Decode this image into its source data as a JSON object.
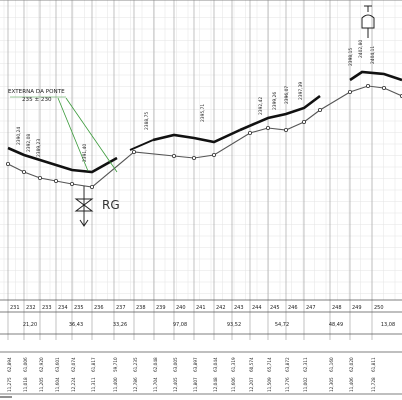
{
  "callout": {
    "line1": "EXTERNA DA PONTE",
    "line2": "235 ± 230"
  },
  "valve": {
    "label": "RG"
  },
  "stations": [
    "231",
    "232",
    "233",
    "234",
    "235",
    "236",
    "237",
    "238",
    "239",
    "240",
    "241",
    "242",
    "243",
    "244",
    "245",
    "246",
    "247",
    "248",
    "249",
    "250"
  ],
  "distances": [
    "21,20",
    "36,43",
    "33,26",
    "97,08",
    "93,52",
    "54,72",
    "48,49",
    "13,08"
  ],
  "profile_labels": [
    "2390,24",
    "2392,08",
    "2389,23",
    "2391,40",
    "2388,75",
    "2395,71",
    "2392,42",
    "2399,26",
    "2396,07",
    "2397,39",
    "2398,15",
    "2402,80",
    "2404,11"
  ],
  "bottom_row1": [
    "62,894",
    "61,006",
    "62,920",
    "63,601",
    "62,074",
    "61,817",
    "59,710",
    "61,235",
    "62,048",
    "63,005",
    "63,897",
    "63,044",
    "61,319",
    "60,574",
    "65,714",
    "63,872",
    "62,311",
    "61,160",
    "62,020",
    "61,811"
  ],
  "bottom_row2": [
    "11,275",
    "11,018",
    "11,205",
    "11,604",
    "12,224",
    "11,311",
    "11,400",
    "12,786",
    "11,704",
    "12,405",
    "11,807",
    "12,048",
    "11,606",
    "12,207",
    "11,509",
    "11,776",
    "11,002",
    "12,305",
    "11,406",
    "11,728"
  ]
}
